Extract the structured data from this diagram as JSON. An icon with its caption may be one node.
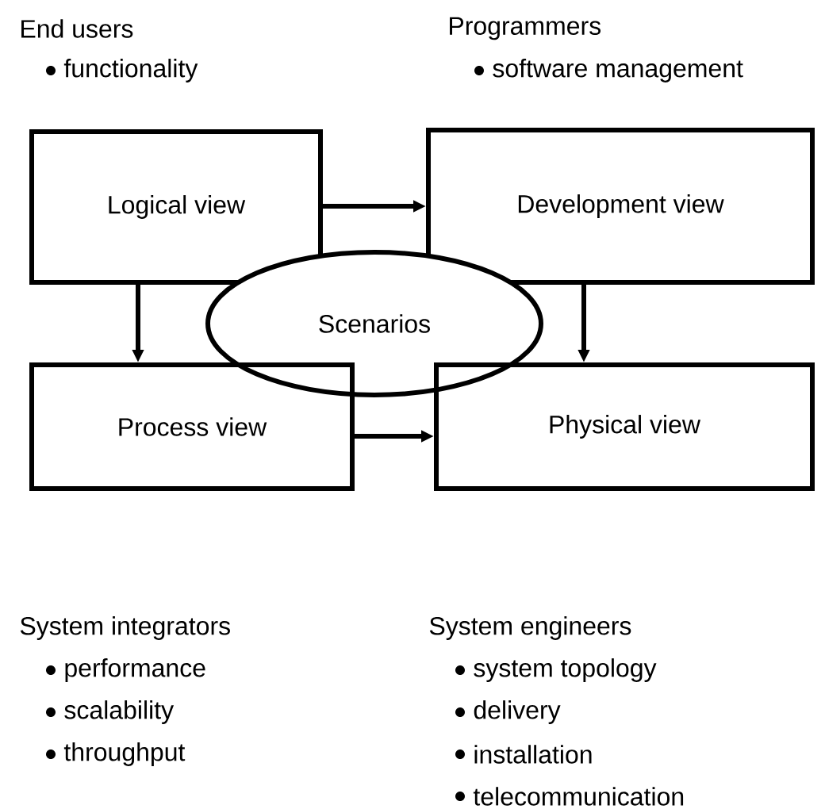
{
  "diagram": {
    "nodes": [
      {
        "text": [
          "Logical view"
        ],
        "beside": [
          "End users",
          "functionality"
        ]
      },
      {
        "text": [
          "Development view"
        ],
        "beside": [
          "Programmers",
          "software management"
        ]
      },
      {
        "text": [
          "Scenarios"
        ]
      },
      {
        "text": [
          "Process view"
        ],
        "beside": [
          "System integrators",
          "performance",
          "scalability",
          "throughput"
        ]
      },
      {
        "text": [
          "Physical view"
        ],
        "beside": [
          "System engineers",
          "system topology",
          "delivery",
          "installation",
          "telecommunication"
        ]
      }
    ],
    "edges": [
      {
        "from": 0,
        "to": 1,
        "arrow": "to"
      },
      {
        "from": 0,
        "to": 3,
        "arrow": "to"
      },
      {
        "from": 1,
        "to": 4,
        "arrow": "to"
      },
      {
        "from": 3,
        "to": 4,
        "arrow": "to"
      }
    ]
  }
}
